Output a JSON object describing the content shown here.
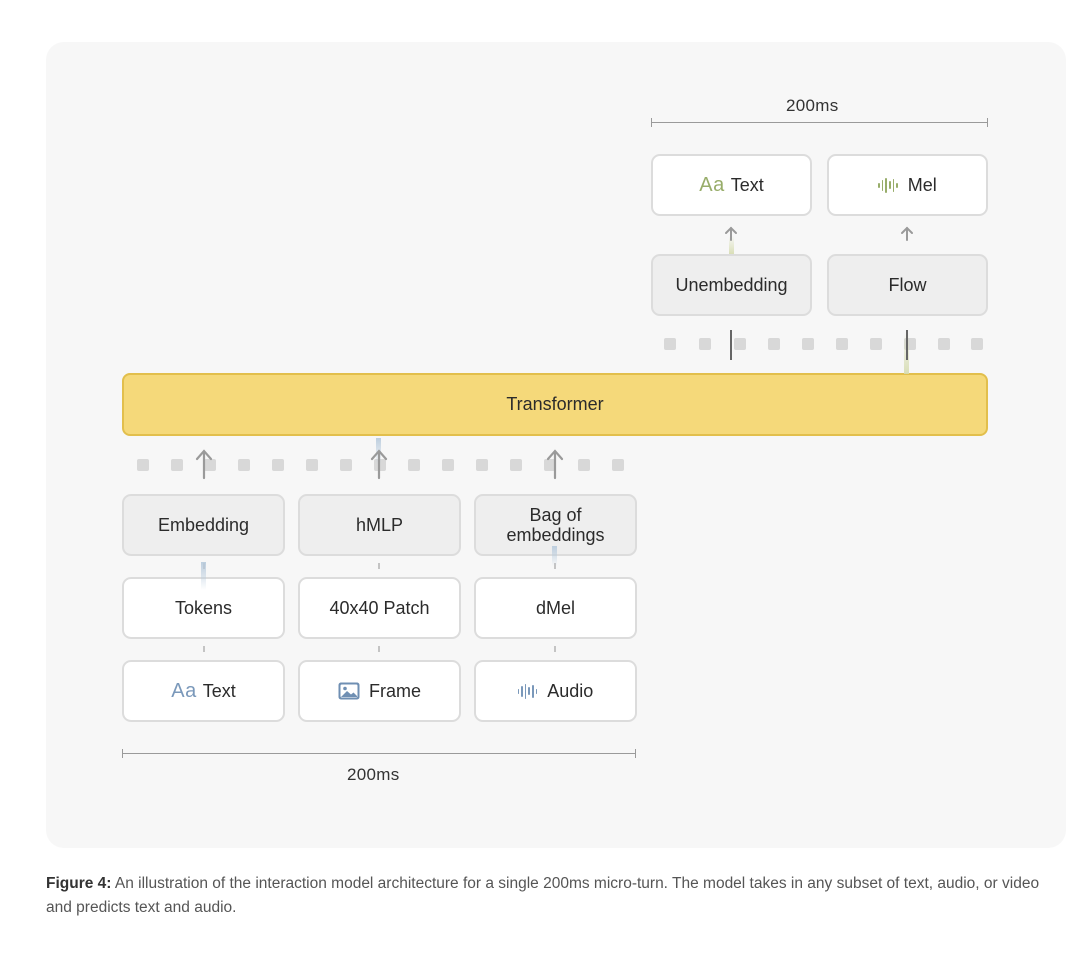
{
  "diagram": {
    "transformer_label": "Transformer",
    "scale_top": "200ms",
    "scale_bottom": "200ms",
    "outputs": [
      {
        "icon": "Aa",
        "label": "Text",
        "color": "#98ad6a"
      },
      {
        "icon": "waveform",
        "label": "Mel",
        "color": "#98ad6a"
      }
    ],
    "heads": [
      "Unembedding",
      "Flow"
    ],
    "inputs": [
      {
        "icon": "Aa",
        "label": "Text",
        "color": "#7a98ba"
      },
      {
        "icon": "image",
        "label": "Frame",
        "color": "#6f8fb3"
      },
      {
        "icon": "waveform",
        "label": "Audio",
        "color": "#7a98ba"
      }
    ],
    "tokenizers": [
      "Tokens",
      "40x40 Patch",
      "dMel"
    ],
    "encoders": [
      "Embedding",
      "hMLP",
      "Bag of\nembeddings"
    ]
  },
  "caption": {
    "label": "Figure 4:",
    "text": " An illustration of the interaction model architecture for a single 200ms micro-turn. The model takes in any subset of text, audio, or video and predicts text and audio."
  }
}
